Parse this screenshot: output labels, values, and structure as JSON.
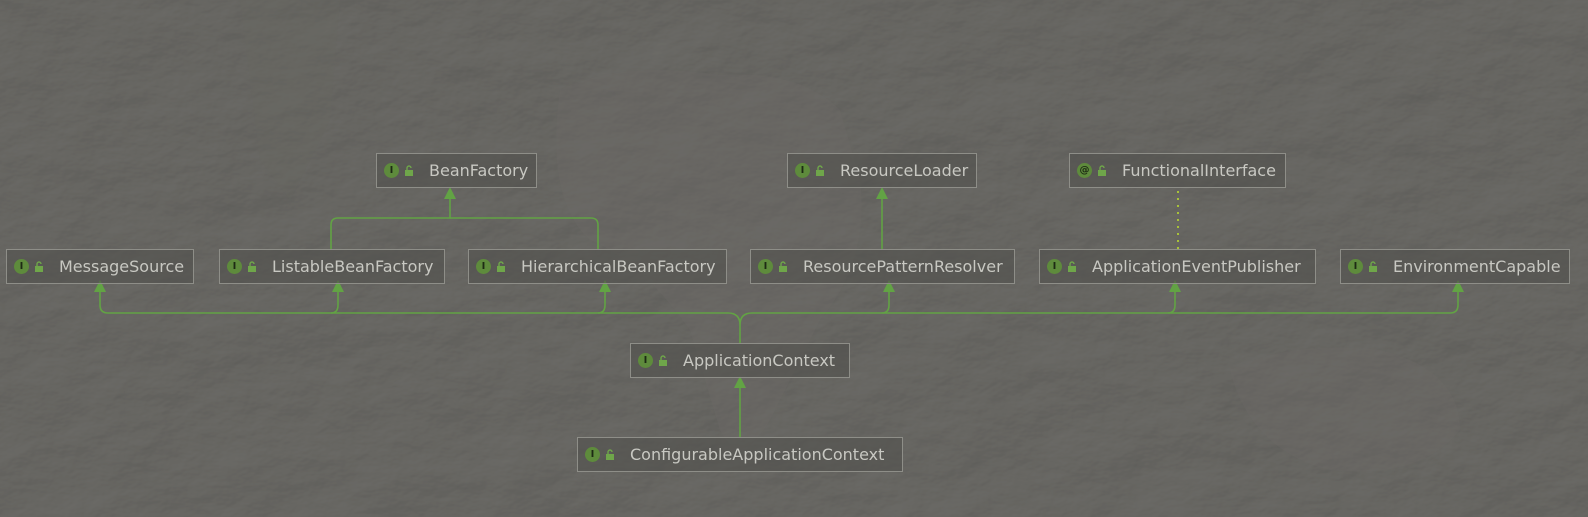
{
  "diagram": {
    "nodes": [
      {
        "id": "BeanFactory",
        "label": "BeanFactory",
        "kind": "I"
      },
      {
        "id": "ResourceLoader",
        "label": "ResourceLoader",
        "kind": "I"
      },
      {
        "id": "FunctionalInterface",
        "label": "FunctionalInterface",
        "kind": "@"
      },
      {
        "id": "MessageSource",
        "label": "MessageSource",
        "kind": "I"
      },
      {
        "id": "ListableBeanFactory",
        "label": "ListableBeanFactory",
        "kind": "I"
      },
      {
        "id": "HierarchicalBeanFactory",
        "label": "HierarchicalBeanFactory",
        "kind": "I"
      },
      {
        "id": "ResourcePatternResolver",
        "label": "ResourcePatternResolver",
        "kind": "I"
      },
      {
        "id": "ApplicationEventPublisher",
        "label": "ApplicationEventPublisher",
        "kind": "I"
      },
      {
        "id": "EnvironmentCapable",
        "label": "EnvironmentCapable",
        "kind": "I"
      },
      {
        "id": "ApplicationContext",
        "label": "ApplicationContext",
        "kind": "I"
      },
      {
        "id": "ConfigurableApplicationContext",
        "label": "ConfigurableApplicationContext",
        "kind": "I"
      }
    ],
    "edges": [
      {
        "from": "ListableBeanFactory",
        "to": "BeanFactory",
        "type": "extends"
      },
      {
        "from": "HierarchicalBeanFactory",
        "to": "BeanFactory",
        "type": "extends"
      },
      {
        "from": "ResourcePatternResolver",
        "to": "ResourceLoader",
        "type": "extends"
      },
      {
        "from": "ApplicationEventPublisher",
        "to": "FunctionalInterface",
        "type": "annotated"
      },
      {
        "from": "ApplicationContext",
        "to": "MessageSource",
        "type": "extends"
      },
      {
        "from": "ApplicationContext",
        "to": "ListableBeanFactory",
        "type": "extends"
      },
      {
        "from": "ApplicationContext",
        "to": "HierarchicalBeanFactory",
        "type": "extends"
      },
      {
        "from": "ApplicationContext",
        "to": "ResourcePatternResolver",
        "type": "extends"
      },
      {
        "from": "ApplicationContext",
        "to": "ApplicationEventPublisher",
        "type": "extends"
      },
      {
        "from": "ApplicationContext",
        "to": "EnvironmentCapable",
        "type": "extends"
      },
      {
        "from": "ConfigurableApplicationContext",
        "to": "ApplicationContext",
        "type": "extends"
      }
    ],
    "colors": {
      "edge": "#62a344",
      "node_border": "#8e8e88",
      "text": "#c8c8c2",
      "icon": "#5e8b3c"
    },
    "icons": {
      "I": "interface-icon",
      "@": "annotation-icon",
      "lock": "lock-icon"
    }
  }
}
